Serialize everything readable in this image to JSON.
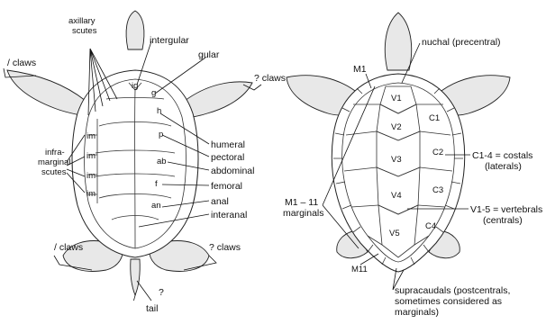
{
  "figure": {
    "plastron_view": {
      "labels": {
        "axillary": "axillary\nscutes",
        "intergular": "intergular",
        "gular": "gular",
        "claws_top_left": "/  claws",
        "claws_top_right": "?  claws",
        "inframarginal": "infra-\nmarginal\nscutes",
        "humeral": "humeral",
        "pectoral": "pectoral",
        "abdominal": "abdominal",
        "femoral": "femoral",
        "anal": "anal",
        "interanal": "interanal",
        "claws_bottom_left": "/  claws",
        "claws_bottom_right": "?  claws",
        "slash_mark": "/",
        "question_mark": "?",
        "tail": "tail"
      },
      "scute_codes": {
        "ig": "ig",
        "g": "g",
        "h": "h",
        "p": "p",
        "ab": "ab",
        "f": "f",
        "an": "an",
        "im": [
          "im",
          "im",
          "im",
          "im"
        ]
      }
    },
    "carapace_view": {
      "labels": {
        "nuchal": "nuchal (precentral)",
        "m1": "M1",
        "marginals": "M1 – 11\nmarginals",
        "m11": "M11",
        "costals": "C1-4 = costals\n(laterals)",
        "vertebrals": "V1-5 = vertebrals\n(centrals)",
        "supracaudals": "supracaudals (postcentrals,\nsometimes considered as\nmarginals)"
      },
      "scute_codes": {
        "v1": "V1",
        "v2": "V2",
        "v3": "V3",
        "v4": "V4",
        "v5": "V5",
        "c1": "C1",
        "c2": "C2",
        "c3": "C3",
        "c4": "C4"
      }
    }
  }
}
